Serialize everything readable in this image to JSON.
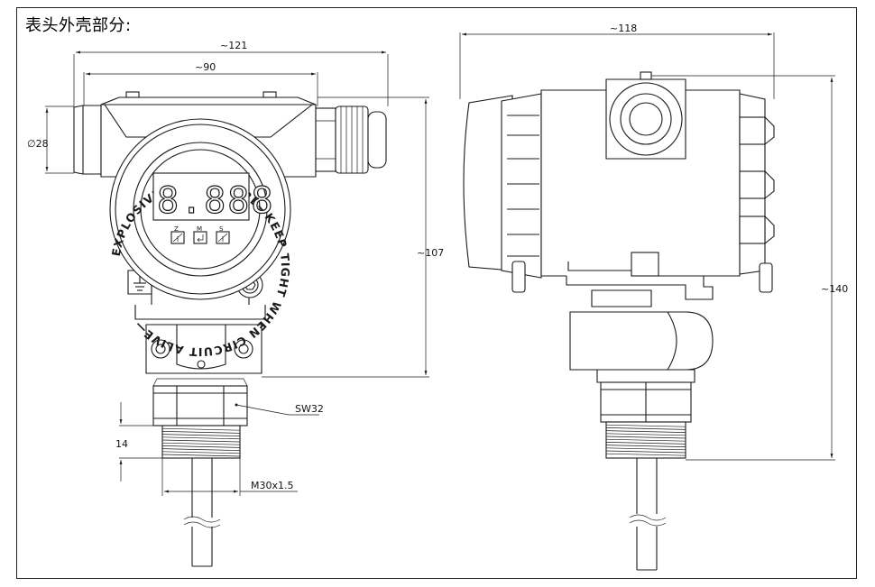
{
  "heading": "表头外壳部分:",
  "front_view": {
    "dim_overall_width": "~121",
    "dim_head_width": "~90",
    "dim_conduit_diameter": "∅28",
    "dim_height": "~107",
    "dim_hex": "SW32",
    "dim_thread_length": "14",
    "dim_thread": "M30x1.5",
    "ring_text": "EXPLOSIVE ATMOSPHERE—KEEP TIGHT WHEN CIRCUIT ALIVE—",
    "display_digits": "8.888",
    "key_labels": [
      "Z",
      "M",
      "S"
    ]
  },
  "side_view": {
    "dim_overall_width": "~118",
    "dim_height": "~140"
  }
}
